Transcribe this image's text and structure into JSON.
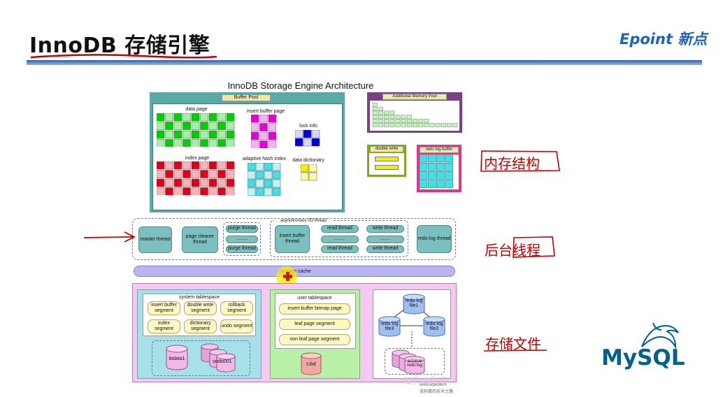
{
  "slide": {
    "title": "InnoDB 存储引擎",
    "logo_text": "Epoint 新点",
    "diagram_title": "InnoDB Storage Engine Architecture"
  },
  "memory": {
    "buffer_pool_label": "Buffer Pool",
    "data_page": "data page",
    "insert_buffer_page": "insert buffer page",
    "lock_info": "lock info",
    "index_page": "index page",
    "adaptive_hash_index": "adaptive hash index",
    "data_dictionary": "data dictionary",
    "additional_memory_pool": "Additional Memory Pool",
    "double_write": "double write",
    "redo_log_buffer": "redo log buffer"
  },
  "threads": {
    "master_thread": "master thread",
    "page_cleaner_thread": "page cleaner thread",
    "purge_thread_1": "purge thread",
    "ellipsis": "........",
    "purge_thread_2": "purge thread",
    "async_io_label": "asynchronous I/O thread",
    "insert_buffer_thread": "insert buffer thread",
    "read_thread_1": "read thread",
    "read_thread_2": "read thread",
    "write_thread_1": "write thread",
    "write_thread_2": "write thread",
    "redo_log_thread": "redo log thread"
  },
  "os_cache": "os page cache",
  "files": {
    "system_tablespace": "system tablespace",
    "insert_buffer_segment": "insert buffer segment",
    "double_write_segment": "double write segment",
    "rollback_segment": "rollback segment",
    "index_segment": "index segment",
    "dictionary_segment": "dictionary segment",
    "undo_segment": "undo segment",
    "ibdata1": "ibdata1",
    "undo001": "undo001",
    "user_tablespace": "user tablespace",
    "insert_buffer_bitmap_page": "insert buffer bitmap page",
    "leaf_page_segment": "leaf page segment",
    "non_leaf_page_segment": "non leaf page segment",
    "t_ibd": "t.ibd",
    "redo_log_file1": "redo log file1",
    "redo_log_file2": "redo log file2",
    "redo_log_file3": "redo log file3",
    "achieve_redo_log": "achieve redo log"
  },
  "annotations": {
    "memory_structure": "内存结构",
    "background_threads": "后台线程",
    "storage_files": "存储文件"
  },
  "watermark": {
    "zhihu": "知乎 @张天",
    "site": "remcarpediem",
    "caption": "张狗蛋的技术之路"
  },
  "mysql_logo": "MySQL",
  "colors": {
    "teal_frame": "#5aa9a6",
    "purple_pool": "#7b3f86",
    "green": "#00d000",
    "magenta": "#e600d6",
    "red": "#e00018",
    "cyan": "#40e0e8",
    "blue": "#0000d8",
    "yellow": "#f4ee00",
    "os_cache": "#b9b5ef",
    "storage_bg": "#f6c9f4",
    "annotation_red": "#c40000",
    "mysql_blue": "#00618a"
  }
}
